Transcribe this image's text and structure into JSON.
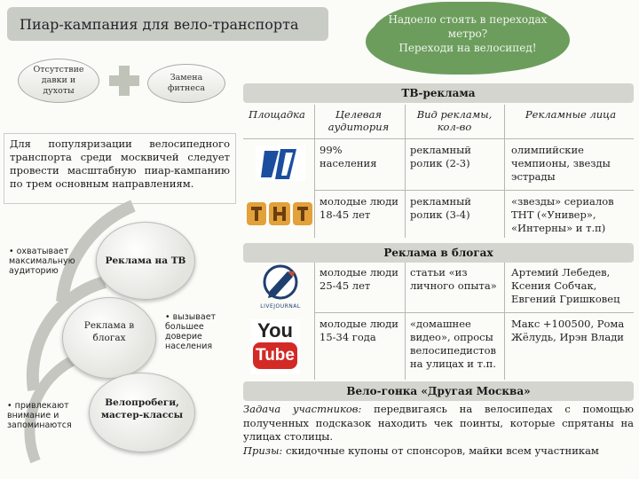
{
  "title": "Пиар-кампания для вело-транспорта",
  "cloud": {
    "line1": "Надоело стоять в переходах",
    "line2": "метро?",
    "line3": "Переходи на велосипед!"
  },
  "ovals": {
    "left": "Отсутствие давки и духоты",
    "right": "Замена фитнеса"
  },
  "description": "Для популяризации велосипедного транспорта среди москвичей следует провести масштабную пиар-кампанию по трем основным направлениям.",
  "circles": {
    "tv": "Реклама на ТВ",
    "blogs": "Реклама в блогах",
    "race": "Велопробеги, мастер-классы"
  },
  "bullets": {
    "tv": "• охватывает максимальную аудиторию",
    "blogs": "• вызывает большее доверие населения",
    "race": "• привлекают внимание и запоминаются"
  },
  "tv_section": {
    "header": "ТВ-реклама",
    "columns": [
      "Площадка",
      "Целевая аудитория",
      "Вид рекламы, кол-во",
      "Рекламные лица"
    ],
    "rows": [
      {
        "platform_icon": "channel-one-logo",
        "audience": "99% населения",
        "ad_type": "рекламный ролик (2-3)",
        "faces": "олимпийские чемпионы, звезды эстрады"
      },
      {
        "platform_icon": "tnt-logo",
        "audience": "молодые люди 18-45 лет",
        "ad_type": "рекламный ролик (3-4)",
        "faces": "«звезды» сериалов ТНТ («Универ», «Интерны» и т.п)"
      }
    ]
  },
  "blog_section": {
    "header": "Реклама в блогах",
    "rows": [
      {
        "platform_icon": "livejournal-logo",
        "logo_text": "LIVEJOURNAL",
        "audience": "молодые люди 25-45 лет",
        "ad_type": "статьи «из личного опыта»",
        "faces": "Артемий Лебедев, Ксения Собчак, Евгений Гришковец"
      },
      {
        "platform_icon": "youtube-logo",
        "logo_you": "You",
        "logo_tube": "Tube",
        "audience": "молодые люди 15-34 года",
        "ad_type": "«домашнее видео», опросы велосипедистов на улицах и т.п.",
        "faces": "Макс +100500, Рома Жёлудь, Ирэн Влади"
      }
    ]
  },
  "race_section": {
    "header": "Вело-гонка «Другая Москва»",
    "task_label": "Задача участников:",
    "task_text": " передвигаясь на велосипедах с помощью полученных подсказок находить чек поинты, которые спрятаны на улицах столицы.",
    "prize_label": "Призы:",
    "prize_text": " скидочные купоны от спонсоров, майки всем участникам"
  },
  "colors": {
    "cloud": "#6c9d5d",
    "header_bg": "#d3d5ce",
    "youtube_red": "#d32a26",
    "tnt_orange": "#e2a13a"
  }
}
